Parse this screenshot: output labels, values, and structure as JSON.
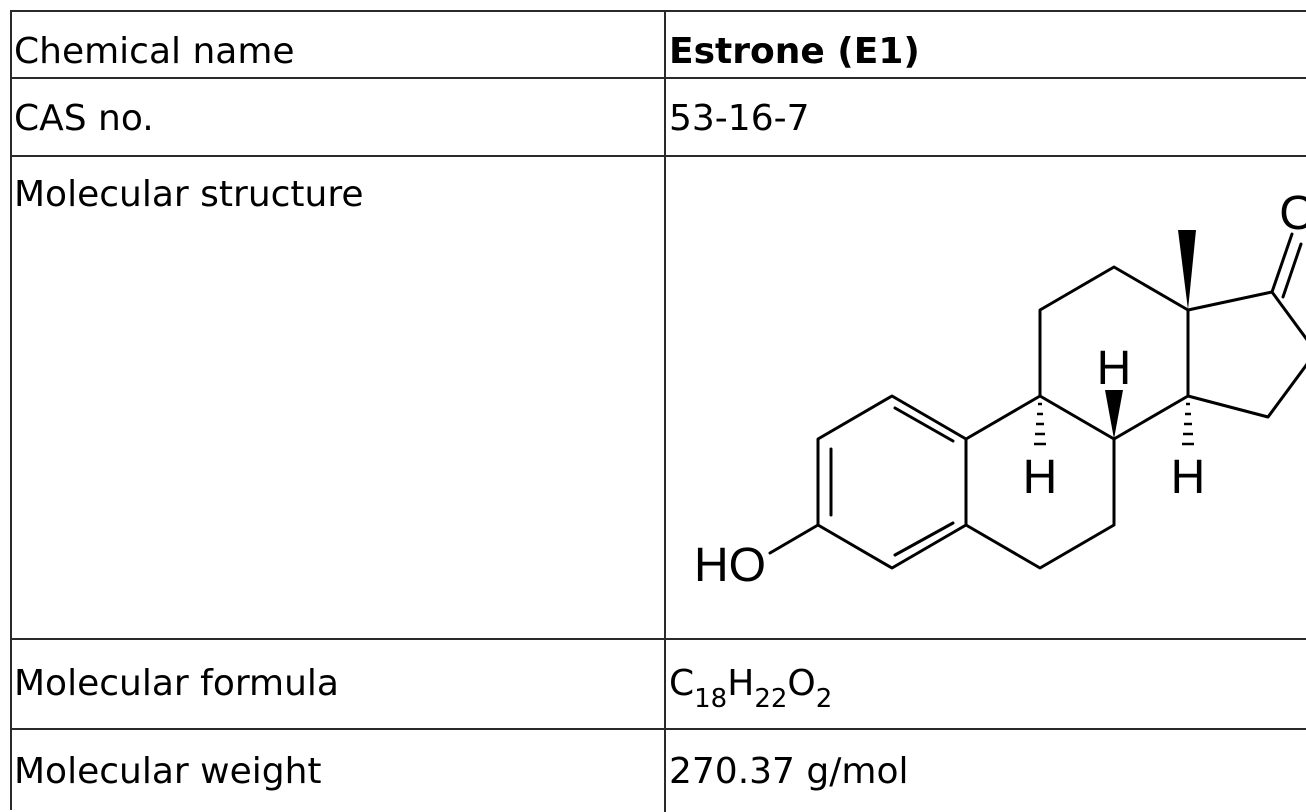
{
  "rows": [
    {
      "label": "Chemical name",
      "value": "Estrone (E1)"
    },
    {
      "label": "CAS no.",
      "value": "53-16-7"
    },
    {
      "label": "Molecular structure",
      "value": ""
    },
    {
      "label": "Molecular formula",
      "value": ""
    },
    {
      "label": "Molecular weight",
      "value": "270.37 g/mol"
    }
  ],
  "formula": {
    "c": "C",
    "c_n": "18",
    "h": "H",
    "h_n": "22",
    "o": "O",
    "o_n": "2"
  },
  "structure_labels": {
    "oxygen": "O",
    "hydroxyl": "HO",
    "h_top": "H",
    "h_left": "H",
    "h_right": "H"
  }
}
